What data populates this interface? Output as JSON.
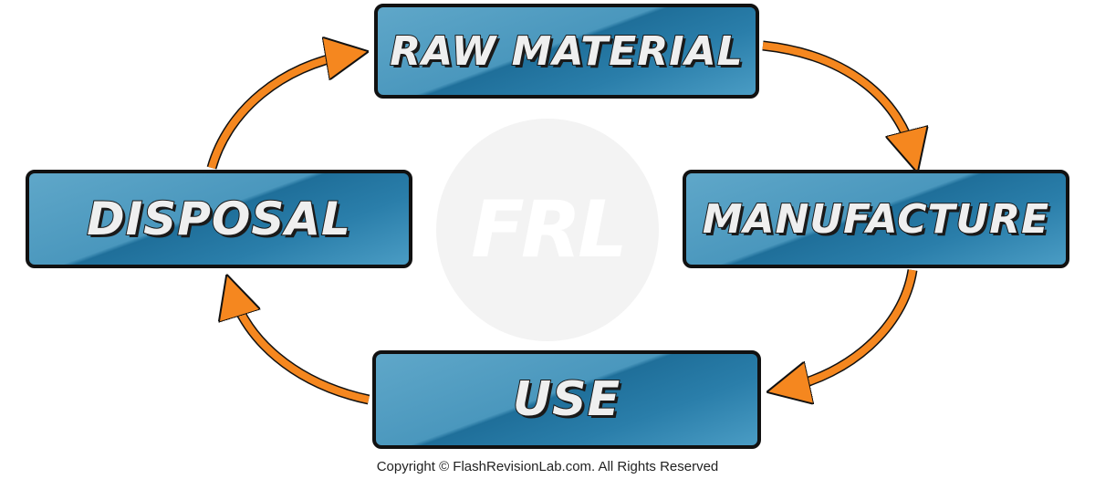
{
  "diagram": {
    "nodes": [
      {
        "id": "raw",
        "label": "RAW MATERIAL"
      },
      {
        "id": "manu",
        "label": "MANUFACTURE"
      },
      {
        "id": "use",
        "label": "USE"
      },
      {
        "id": "disp",
        "label": "DISPOSAL"
      }
    ],
    "edges": [
      {
        "from": "raw",
        "to": "manu"
      },
      {
        "from": "manu",
        "to": "use"
      },
      {
        "from": "use",
        "to": "disp"
      },
      {
        "from": "disp",
        "to": "raw"
      }
    ],
    "colors": {
      "box_fill": "#4a97bd",
      "box_border": "#111111",
      "arrow": "#f5871f",
      "label_text": "#efefef"
    }
  },
  "watermark": {
    "text": "FRL"
  },
  "footer": {
    "copyright": "Copyright © FlashRevisionLab.com. All Rights Reserved"
  }
}
